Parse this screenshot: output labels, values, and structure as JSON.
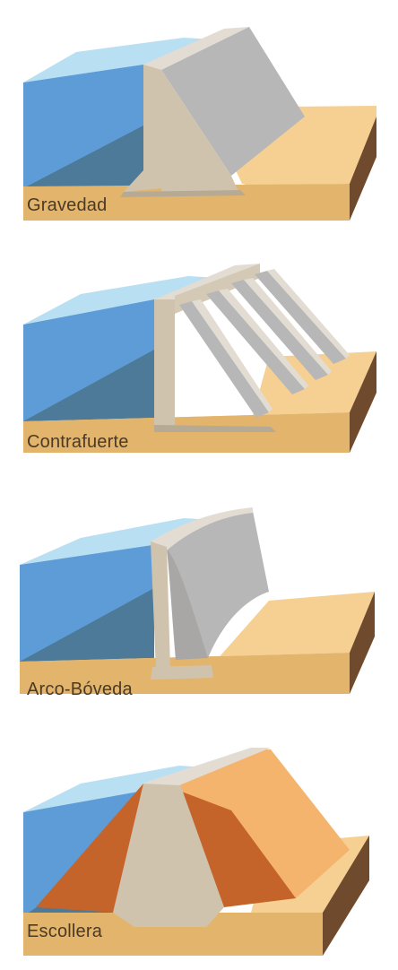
{
  "panels": [
    {
      "label": "Gravedad"
    },
    {
      "label": "Contrafuerte"
    },
    {
      "label": "Arco-Bóveda"
    },
    {
      "label": "Escollera"
    }
  ],
  "colors": {
    "water_top": "#b9dff2",
    "water_front": "#5d9cd6",
    "water_shadow": "#4d7a98",
    "ground_top": "#f5d092",
    "ground_front": "#e3b46b",
    "ground_side": "#6f4a2c",
    "concrete": "#cfc3ae",
    "concrete_face": "#b8b7b7",
    "concrete_light": "#e2dcd3",
    "rockfill": "#f4b46d",
    "rockfill_dark": "#c5642a"
  }
}
